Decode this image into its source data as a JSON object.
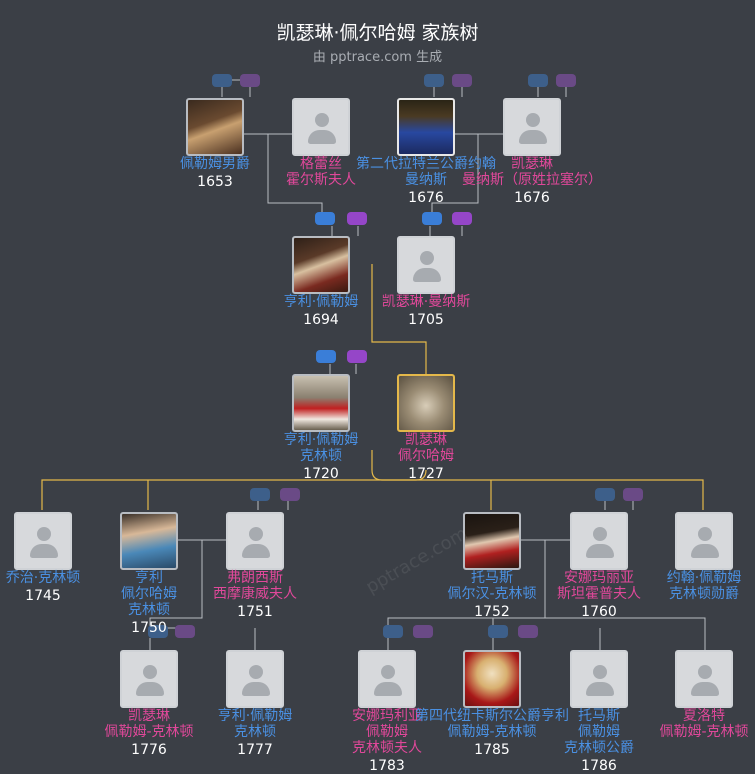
{
  "header": {
    "title": "凯瑟琳·佩尔哈姆 家族树",
    "subtitle": "由 pptrace.com 生成"
  },
  "watermark": "pptrace.com",
  "colors": {
    "background": "#3b3f46",
    "male_name": "#4a90e2",
    "female_name": "#e0489a",
    "connector": "#b9bdc3",
    "highlight_connector": "#e4b84a"
  },
  "people": {
    "p1": {
      "name": "佩勒姆男爵",
      "year": "1653",
      "gender": "male"
    },
    "p2": {
      "name": "格蕾丝\n霍尔斯夫人",
      "year": "",
      "gender": "female"
    },
    "p3": {
      "name": "第二代拉特兰公爵约翰\n曼纳斯",
      "year": "1676",
      "gender": "male"
    },
    "p4": {
      "name": "凯瑟琳\n曼纳斯（原姓拉塞尔）",
      "year": "1676",
      "gender": "female"
    },
    "p5": {
      "name": "亨利·佩勒姆",
      "year": "1694",
      "gender": "male"
    },
    "p6": {
      "name": "凯瑟琳·曼纳斯",
      "year": "1705",
      "gender": "female"
    },
    "p7": {
      "name": "亨利·佩勒姆\n克林顿",
      "year": "1720",
      "gender": "male"
    },
    "p8": {
      "name": "凯瑟琳\n佩尔哈姆",
      "year": "1727",
      "gender": "female"
    },
    "p9": {
      "name": "乔治·克林顿",
      "year": "1745",
      "gender": "male"
    },
    "p10": {
      "name": "亨利\n佩尔哈姆\n克林顿",
      "year": "1750",
      "gender": "male"
    },
    "p11": {
      "name": "弗朗西斯\n西摩康威夫人",
      "year": "1751",
      "gender": "female"
    },
    "p12": {
      "name": "托马斯\n佩尔汉-克林顿",
      "year": "1752",
      "gender": "male"
    },
    "p13": {
      "name": "安娜玛丽亚\n斯坦霍普夫人",
      "year": "1760",
      "gender": "female"
    },
    "p14": {
      "name": "约翰·佩勒姆\n克林顿勋爵",
      "year": "",
      "gender": "male"
    },
    "p15": {
      "name": "凯瑟琳\n佩勒姆-克林顿",
      "year": "1776",
      "gender": "female"
    },
    "p16": {
      "name": "亨利·佩勒姆\n克林顿",
      "year": "1777",
      "gender": "male"
    },
    "p17": {
      "name": "安娜玛利亚\n佩勒姆\n克林顿夫人",
      "year": "1783",
      "gender": "female"
    },
    "p18": {
      "name": "第四代纽卡斯尔公爵亨利\n佩勒姆-克林顿",
      "year": "1785",
      "gender": "male"
    },
    "p19": {
      "name": "托马斯\n佩勒姆\n克林顿公爵",
      "year": "1786",
      "gender": "male"
    },
    "p20": {
      "name": "夏洛特\n佩勒姆-克林顿",
      "year": "",
      "gender": "female"
    }
  }
}
